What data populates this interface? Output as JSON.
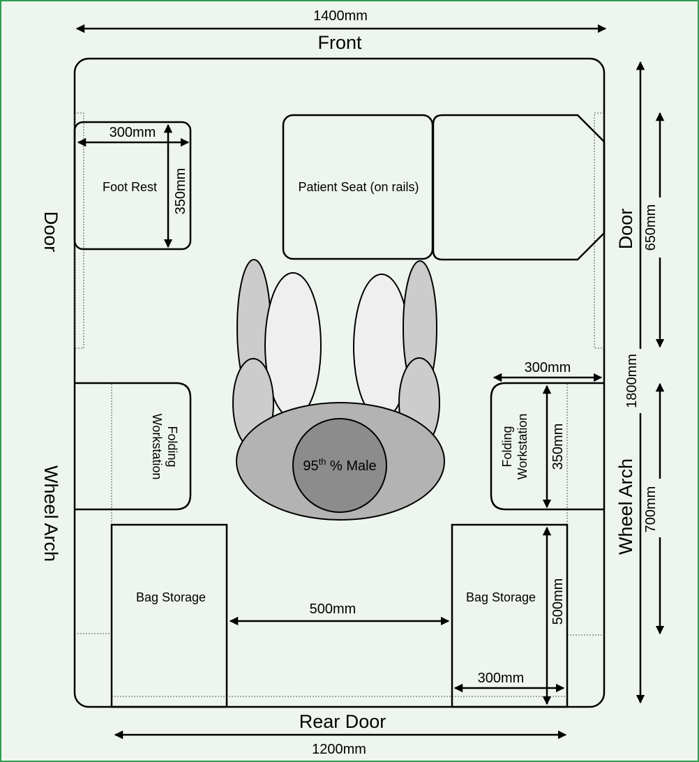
{
  "labels": {
    "front": "Front",
    "rear_door": "Rear Door",
    "door_left": "Door",
    "door_right": "Door",
    "wheel_arch_left": "Wheel Arch",
    "wheel_arch_right": "Wheel Arch",
    "foot_rest": "Foot Rest",
    "patient_seat": "Patient Seat (on rails)",
    "folding_workstation_line1": "Folding",
    "folding_workstation_line2": "Workstation",
    "bag_storage": "Bag Storage",
    "male_prefix": "95",
    "male_sup": "th",
    "male_suffix": " % Male"
  },
  "dimensions": {
    "overall_width": "1400mm",
    "rear_width": "1200mm",
    "overall_length": "1800mm",
    "door_length": "650mm",
    "wheel_arch_length": "700mm",
    "foot_rest_width": "300mm",
    "foot_rest_length": "350mm",
    "workstation_width": "300mm",
    "workstation_length": "350mm",
    "aisle_width": "500mm",
    "bag_storage_length": "500mm",
    "bag_storage_width": "300mm"
  },
  "colors": {
    "background": "#eef5ee",
    "frame": "#2e9e4f",
    "outline": "#000000",
    "occupant_head": "#8c8c8c",
    "occupant_shoulders": "#b3b3b3",
    "occupant_legs": "#cccccc",
    "occupant_thighs": "#efefef"
  }
}
